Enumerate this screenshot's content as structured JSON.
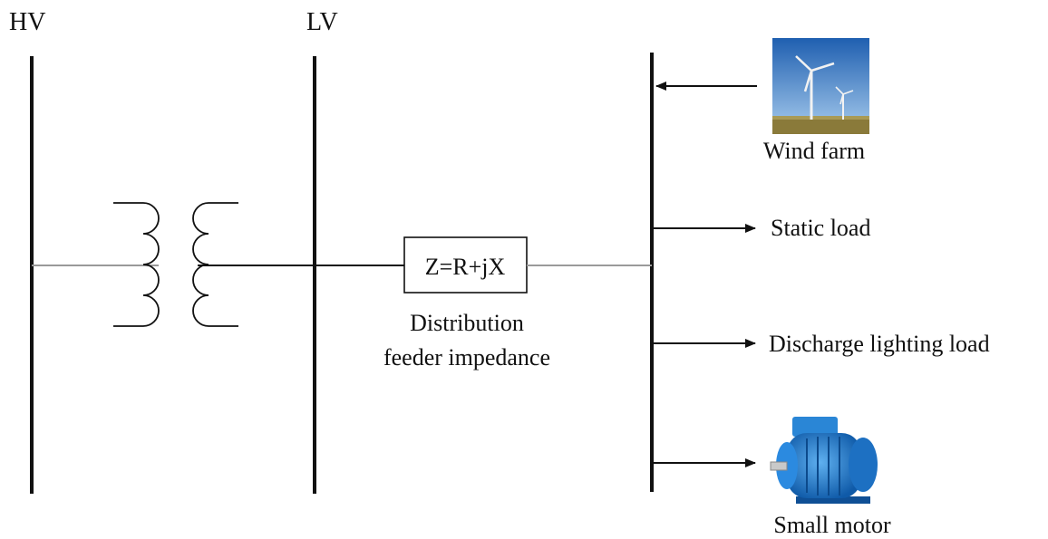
{
  "buses": {
    "hv_label": "HV",
    "lv_label": "LV"
  },
  "impedance": {
    "formula": "Z=R+jX",
    "caption_line1": "Distribution",
    "caption_line2": "feeder impedance"
  },
  "sources": {
    "wind_farm_label": "Wind farm"
  },
  "loads": {
    "static_load_label": "Static load",
    "discharge_lighting_label": "Discharge lighting load",
    "small_motor_label": "Small motor"
  },
  "colors": {
    "line": "#111111",
    "feeder": "#9a9a9a",
    "sky_top": "#1f5fb0",
    "sky_bottom": "#9cc6ea",
    "ground": "#8a7a3a",
    "motor_blue": "#1f78c8"
  }
}
